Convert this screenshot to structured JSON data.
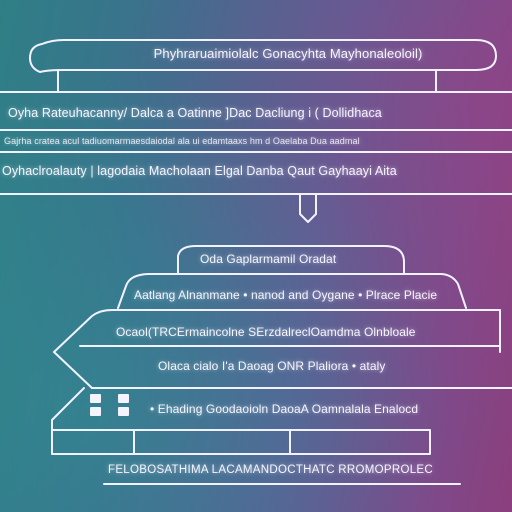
{
  "header": {
    "title": "Phyhraruaimiolalc Gonacyhta Mayhonaleoloil)"
  },
  "top_section": {
    "row1": "Oyha Rateuhacanny/ Dalca a  Oatinne ]Dac Dacliung i ( Dollidhaca",
    "row2": "Gajrha cratea acul tadiuomarmaesdaiodal ala ui edamtaaxs hm d Oaelaba Dua aadmal",
    "row3": "Oyhaclroalauty | lagodaia Macholaan Elgal Danba Qaut Gayhaayi Aita"
  },
  "lower_section": {
    "tab_title": "Oda Gaplarmamil Oradat",
    "row1": "Aatlang Alnanmane • nanod and Oygane  •  Plrace Placie",
    "row2": "Ocaol(TRCErmaincolne SErzdalreclOamdma Olnbloale",
    "row3": "Olaca cialo I'a Daoag  ONR  Plaliora  •  ataly",
    "row4": "•  Ehading Goodaoioln DaoaA Oamnalala Enalocd"
  },
  "footer": {
    "text": "FELOBOSATHIMA LACAMANDOCTHATC RROMOPROLEC"
  }
}
